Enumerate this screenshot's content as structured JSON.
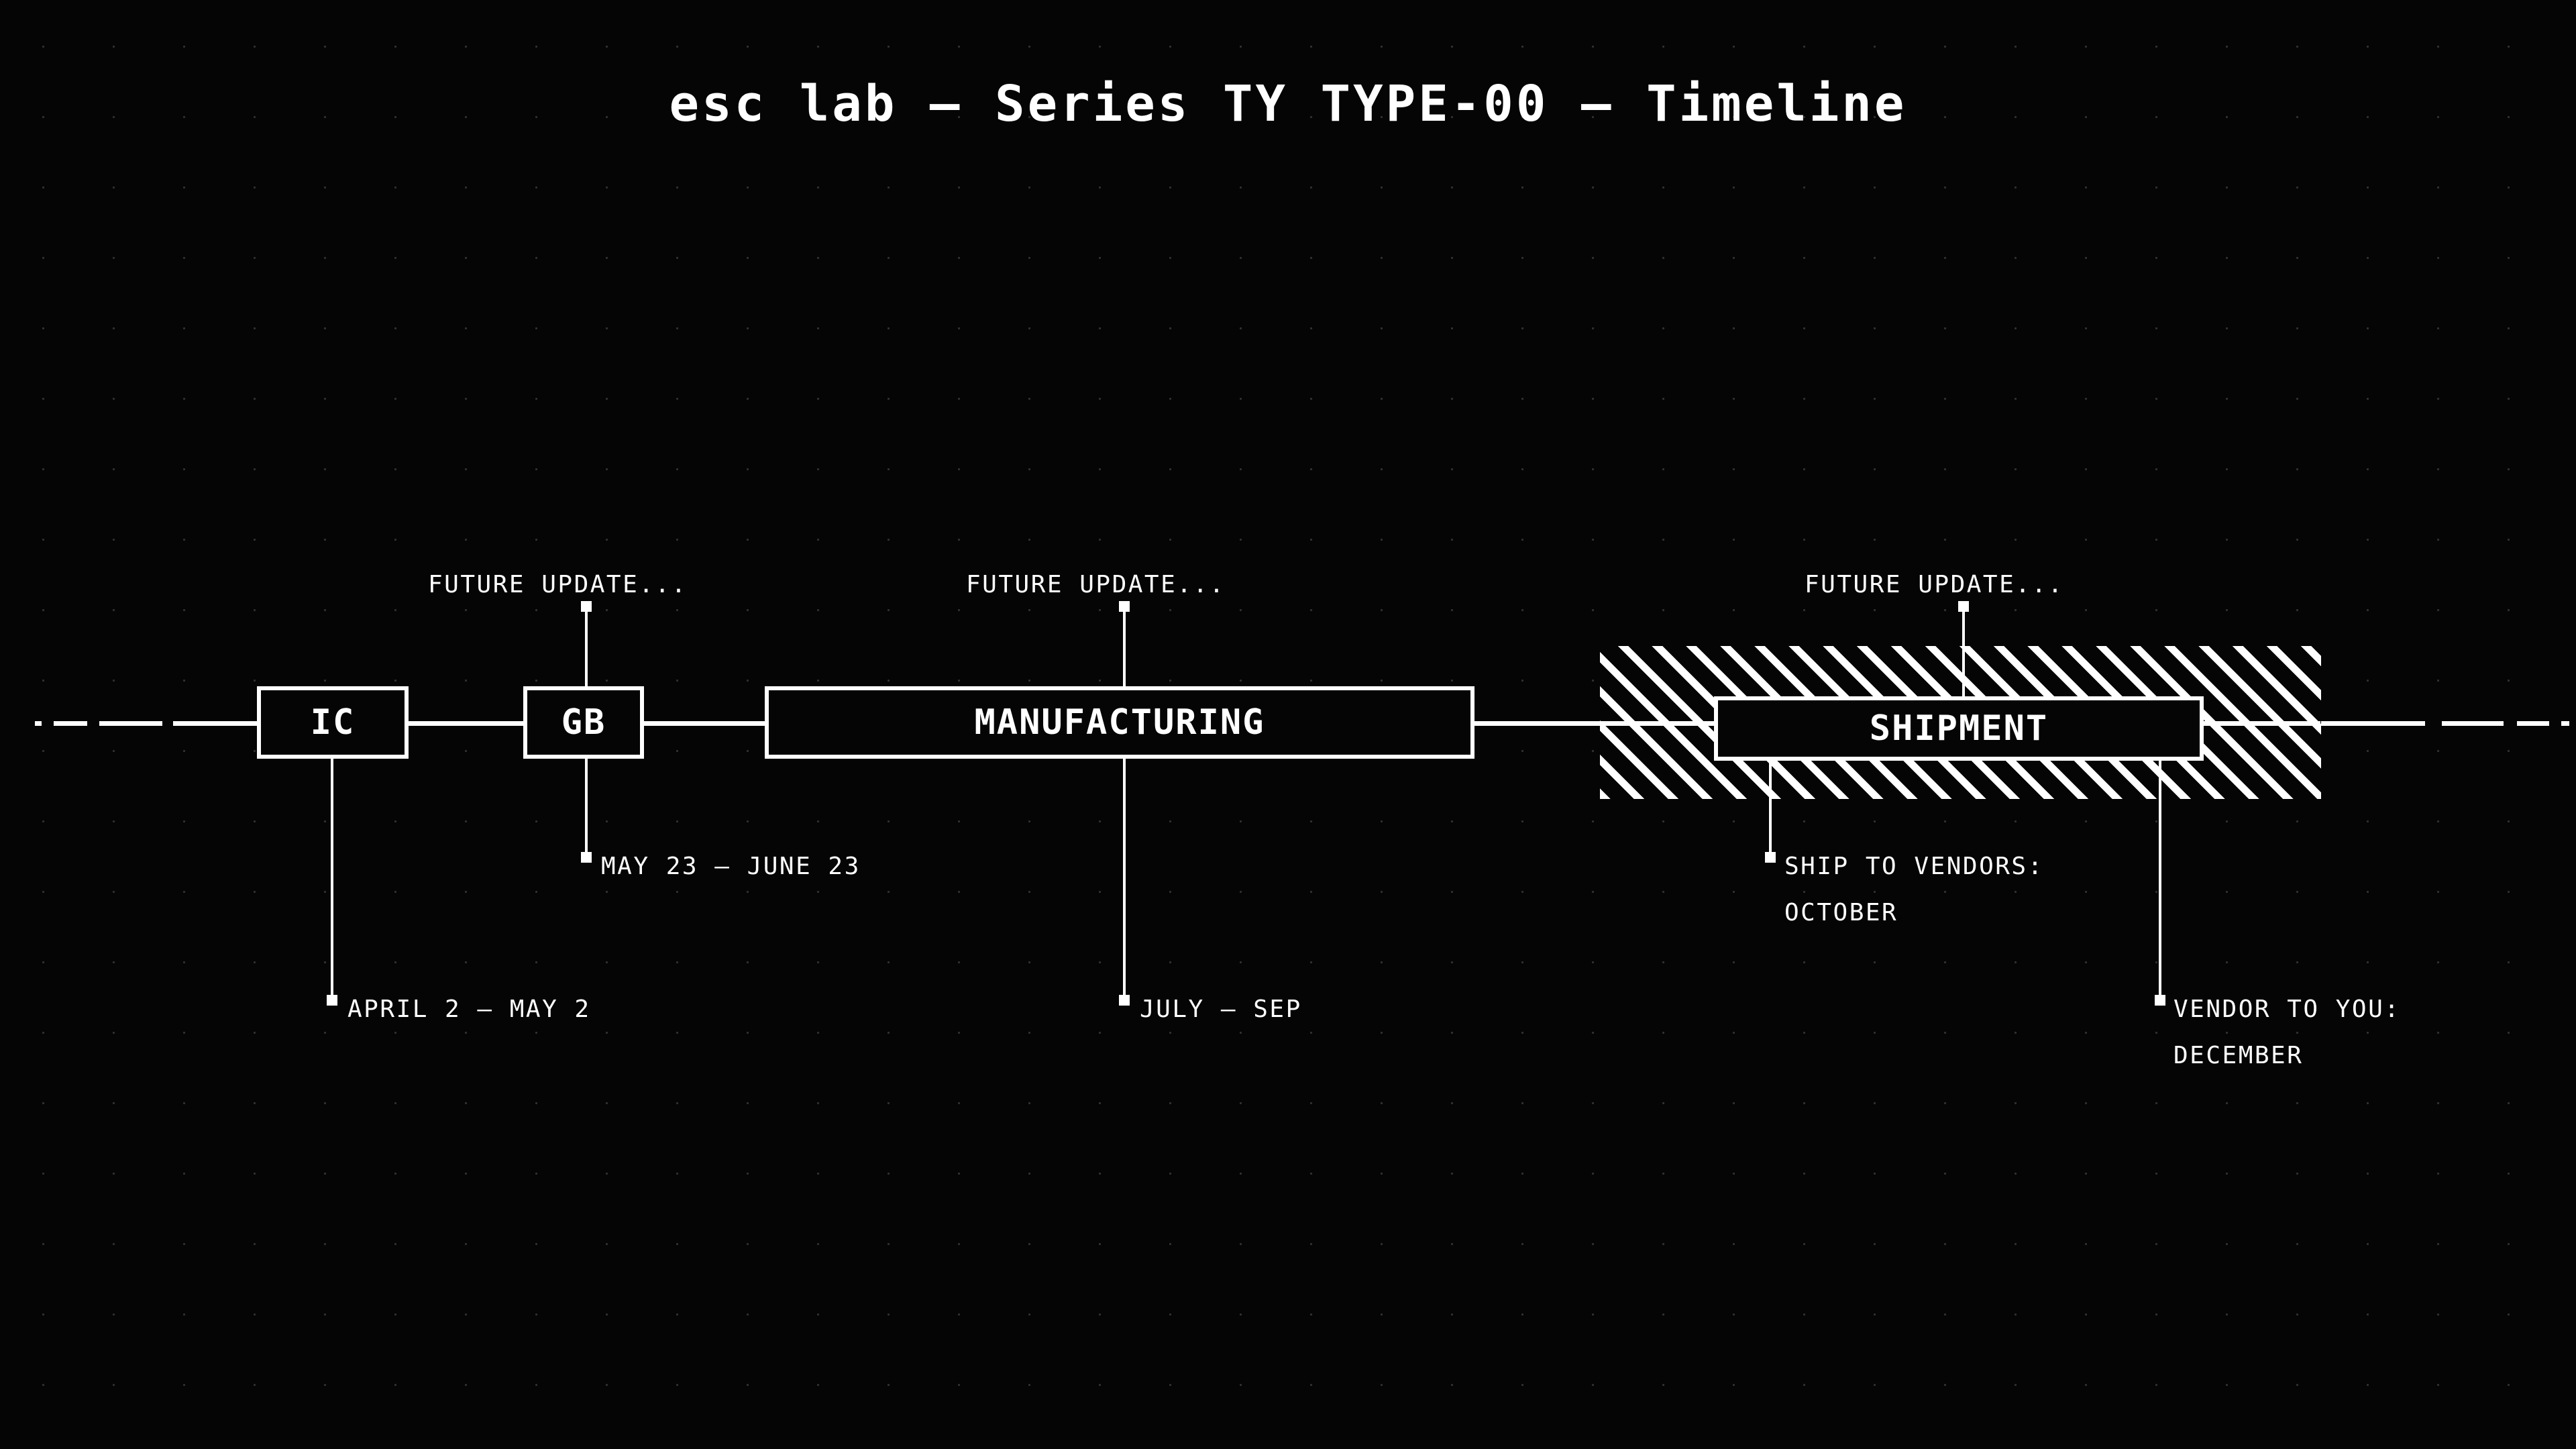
{
  "title": "esc lab — Series TY TYPE-00 — Timeline",
  "colors": {
    "background": "#050505",
    "foreground": "#ffffff",
    "grid_dot": "#313131"
  },
  "timeline": {
    "stages": [
      {
        "id": "ic",
        "label": "IC"
      },
      {
        "id": "gb",
        "label": "GB"
      },
      {
        "id": "manufacturing",
        "label": "MANUFACTURING"
      },
      {
        "id": "shipment",
        "label": "SHIPMENT",
        "hatched": true
      }
    ]
  },
  "annotations": {
    "above": [
      {
        "id": "gb-future",
        "text": "FUTURE UPDATE..."
      },
      {
        "id": "manufacturing-future",
        "text": "FUTURE UPDATE..."
      },
      {
        "id": "shipment-future",
        "text": "FUTURE UPDATE..."
      }
    ],
    "below": [
      {
        "id": "ic-dates",
        "line1": "APRIL 2 — MAY 2",
        "line2": ""
      },
      {
        "id": "gb-dates",
        "line1": "MAY 23 — JUNE 23",
        "line2": ""
      },
      {
        "id": "manufacturing-dates",
        "line1": "JULY — SEP",
        "line2": ""
      },
      {
        "id": "ship-to-vendors",
        "line1": "SHIP TO VENDORS:",
        "line2": "OCTOBER"
      },
      {
        "id": "vendor-to-you",
        "line1": "VENDOR TO YOU:",
        "line2": "DECEMBER"
      }
    ]
  }
}
